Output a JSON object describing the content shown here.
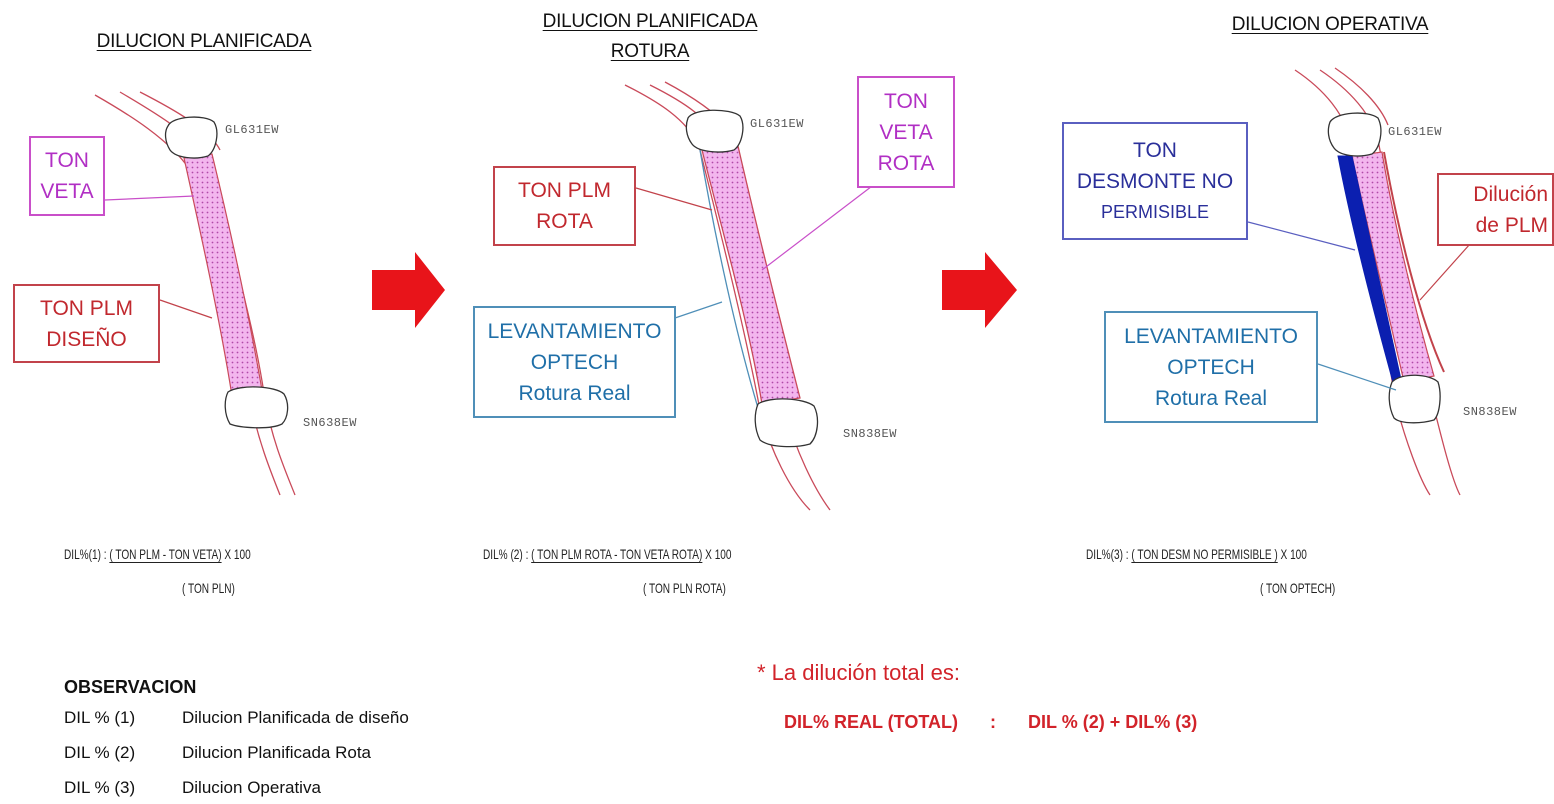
{
  "panels": [
    {
      "title_lines": [
        "DILUCION PLANIFICADA"
      ],
      "top_label": "GL631EW",
      "bottom_label": "SN638EW",
      "callouts": {
        "ton_veta": [
          "TON",
          "VETA"
        ],
        "ton_plm": [
          "TON PLM",
          "DISEÑO"
        ]
      },
      "formula": {
        "prefix": "DIL%(1)  :",
        "numerator": "( TON PLM - TON VETA)",
        "factor": "X 100",
        "denominator": "( TON PLN)"
      }
    },
    {
      "title_lines": [
        "DILUCION PLANIFICADA",
        "ROTURA"
      ],
      "top_label": "GL631EW",
      "bottom_label": "SN838EW",
      "callouts": {
        "ton_plm_rota": [
          "TON PLM",
          "ROTA"
        ],
        "ton_veta_rota": [
          "TON",
          "VETA",
          "ROTA"
        ],
        "levantamiento": [
          "LEVANTAMIENTO",
          "OPTECH",
          "Rotura Real"
        ]
      },
      "formula": {
        "prefix": "DIL% (2)  :",
        "numerator": "( TON PLM ROTA - TON VETA ROTA)",
        "factor": "X 100",
        "denominator": "( TON PLN ROTA)"
      }
    },
    {
      "title_lines": [
        "DILUCION OPERATIVA"
      ],
      "top_label": "GL631EW",
      "bottom_label": "SN838EW",
      "callouts": {
        "ton_desmonte": [
          "TON",
          "DESMONTE NO",
          "PERMISIBLE"
        ],
        "dilucion_plm": [
          "Dilución",
          "de PLM"
        ],
        "levantamiento": [
          "LEVANTAMIENTO",
          "OPTECH",
          "Rotura Real"
        ]
      },
      "formula": {
        "prefix": "DIL%(3)  :",
        "numerator": "( TON DESM NO PERMISIBLE )",
        "factor": "X 100",
        "denominator": "( TON OPTECH)"
      }
    }
  ],
  "observacion": {
    "title": "OBSERVACION",
    "rows": [
      {
        "code": "DIL % (1)",
        "text": "Dilucion Planificada de diseño"
      },
      {
        "code": "DIL % (2)",
        "text": "Dilucion Planificada Rota"
      },
      {
        "code": "DIL % (3)",
        "text": "Dilucion Operativa"
      }
    ]
  },
  "total": {
    "title": "* La dilución total es:",
    "label": "DIL% REAL (TOTAL)",
    "separator": ":",
    "expression": "DIL % (2) + DIL% (3)"
  },
  "colors": {
    "arrow": "#e8141a",
    "vein_fill": "#f3b6ee",
    "vein_outline": "#c94a5a",
    "desmonte": "#0b1fb0"
  }
}
